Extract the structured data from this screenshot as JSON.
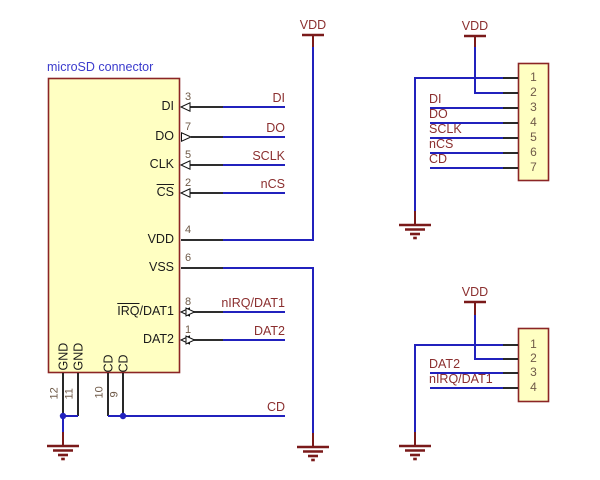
{
  "colors": {
    "wire": "#2121bd",
    "pin": "#111111",
    "pin_number": "#6f5a48",
    "net_label": "#8b2f2f",
    "power_symbol": "#7a1a1a",
    "component_fill": "#ffffc2",
    "component_border": "#8b2525",
    "title": "#3b3bcd",
    "background": "#ffffff"
  },
  "main_component": {
    "title": "microSD connector",
    "right_pins": [
      {
        "number": "3",
        "name_overline": "",
        "name": "DI",
        "net": "DI",
        "type": "input"
      },
      {
        "number": "7",
        "name_overline": "",
        "name": "DO",
        "net": "DO",
        "type": "output"
      },
      {
        "number": "5",
        "name_overline": "",
        "name": "CLK",
        "net": "SCLK",
        "type": "input"
      },
      {
        "number": "2",
        "name_overline": "CS",
        "name": "",
        "net": "nCS",
        "type": "input"
      },
      {
        "number": "4",
        "name_overline": "",
        "name": "VDD",
        "net": "",
        "type": "power-in"
      },
      {
        "number": "6",
        "name_overline": "",
        "name": "VSS",
        "net": "",
        "type": "power-in"
      },
      {
        "number": "8",
        "name_overline": "IRQ",
        "name": "/DAT1",
        "net": "nIRQ/DAT1",
        "type": "bidirectional"
      },
      {
        "number": "1",
        "name_overline": "",
        "name": "DAT2",
        "net": "DAT2",
        "type": "bidirectional"
      }
    ],
    "bottom_pins": [
      {
        "number": "12",
        "name": "GND"
      },
      {
        "number": "11",
        "name": "GND"
      },
      {
        "number": "10",
        "name": "CD"
      },
      {
        "number": "9",
        "name": "CD"
      }
    ],
    "bottom_net": "CD"
  },
  "power_rails": {
    "vdd": "VDD"
  },
  "top_connector": {
    "pin_numbers": [
      "1",
      "2",
      "3",
      "4",
      "5",
      "6",
      "7"
    ],
    "net_labels": [
      "DI",
      "DO",
      "SCLK",
      "nCS",
      "CD"
    ]
  },
  "bottom_connector": {
    "pin_numbers": [
      "1",
      "2",
      "3",
      "4"
    ],
    "net_labels": [
      "DAT2",
      "nIRQ/DAT1"
    ]
  }
}
